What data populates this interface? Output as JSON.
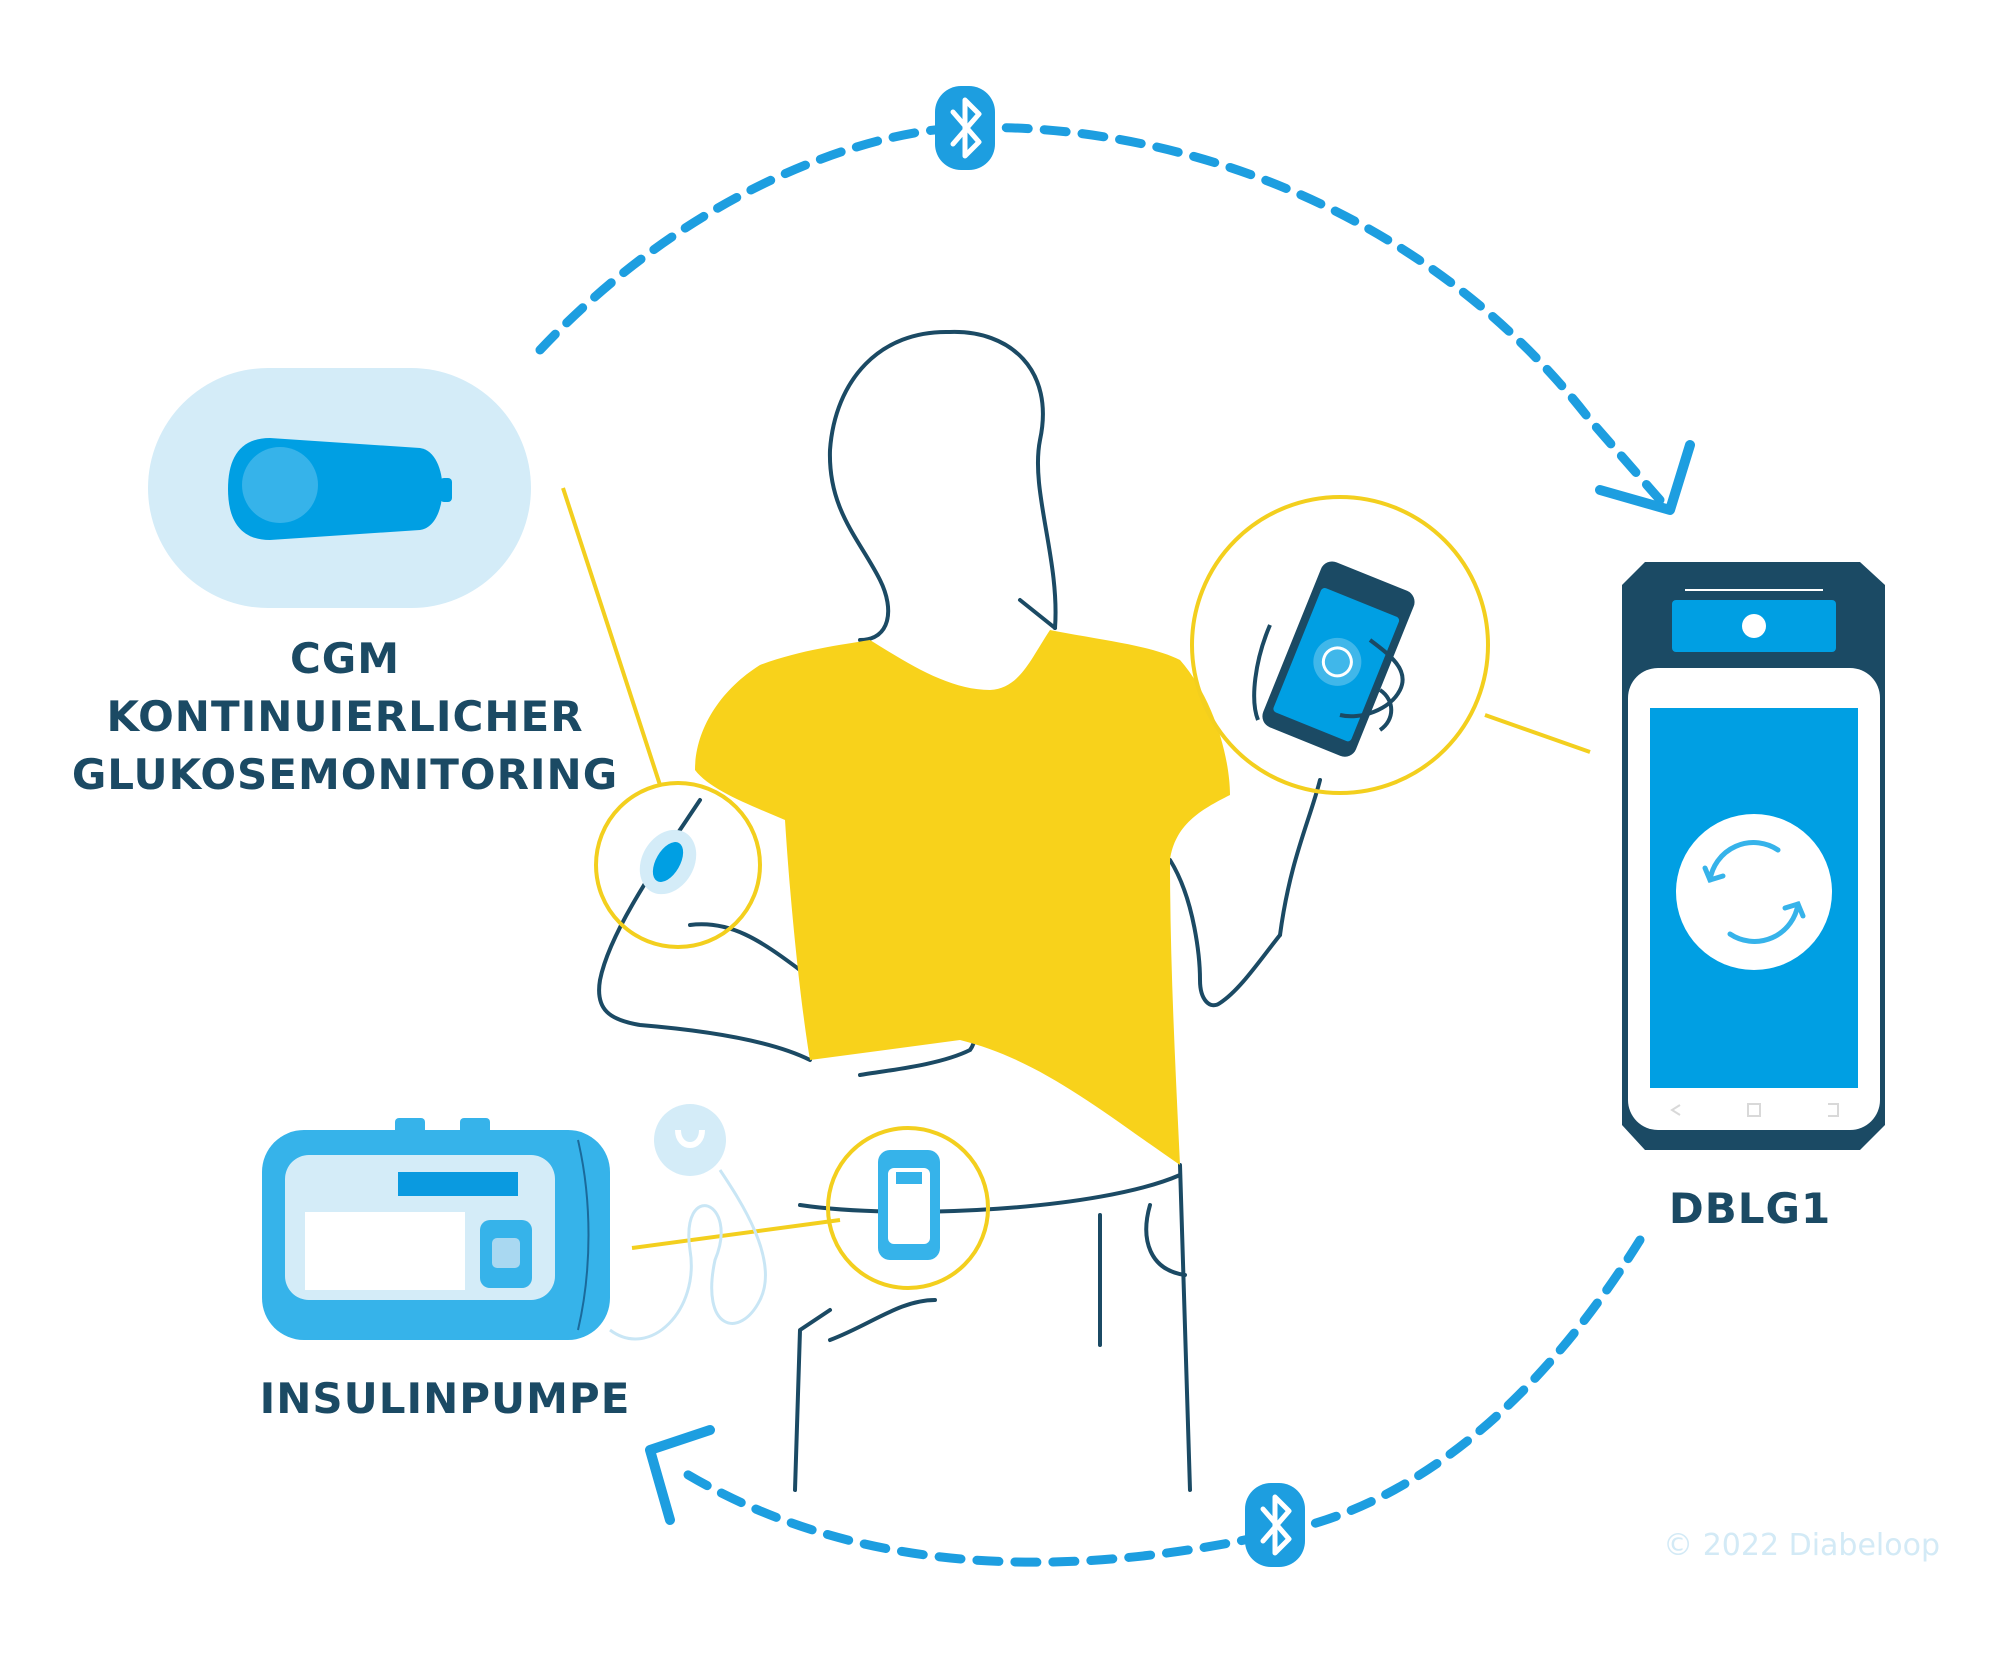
{
  "labels": {
    "cgm_line1": "CGM",
    "cgm_line2": "KONTINUIERLICHER",
    "cgm_line3": "GLUKOSEMONITORING",
    "pump": "INSULINPUMPE",
    "dblg": "DBLG1"
  },
  "copyright": "© 2022 Diabeloop",
  "icons": [
    "bluetooth-icon",
    "bluetooth-icon",
    "sync-icon",
    "arrow-head-icon"
  ],
  "colors": {
    "navy": "#1b4a64",
    "blue": "#009fe3",
    "light_blue": "#d4ecf8",
    "yellow": "#f8d21b",
    "ring": "#f3cf1e"
  }
}
